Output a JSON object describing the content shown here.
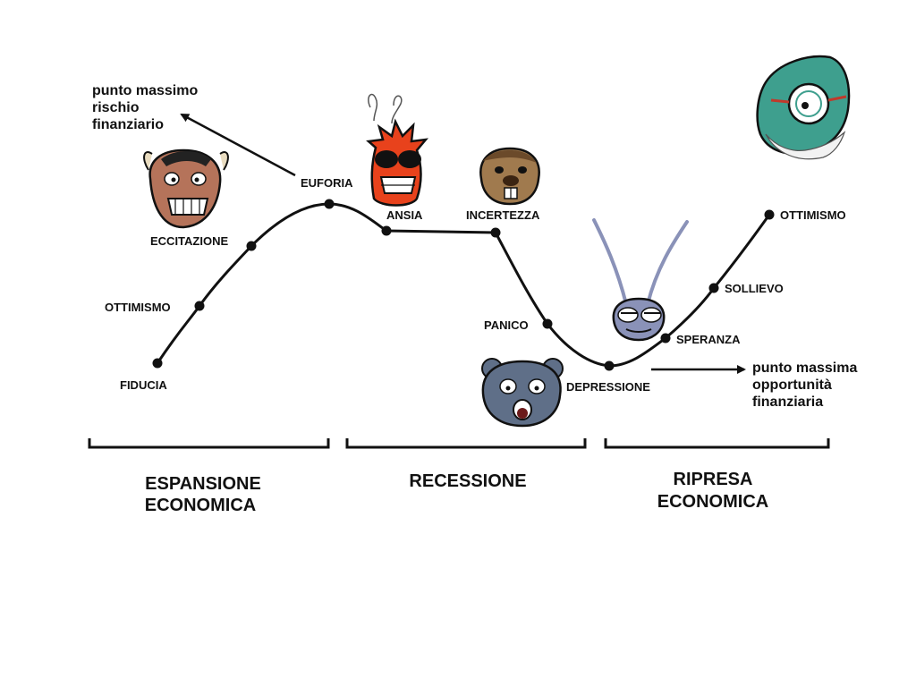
{
  "colors": {
    "ink": "#111111",
    "background": "#ffffff",
    "bull_skin": "#b5735a",
    "flame": "#e8421c",
    "beaver": "#a07a4e",
    "bear": "#5f6f88",
    "chameleon": "#3e9f8e",
    "insect": "#8a92b8"
  },
  "stages": [
    {
      "label": "FIDUCIA"
    },
    {
      "label": "OTTIMISMO"
    },
    {
      "label": "ECCITAZIONE"
    },
    {
      "label": "EUFORIA"
    },
    {
      "label": "ANSIA"
    },
    {
      "label": "INCERTEZZA"
    },
    {
      "label": "PANICO"
    },
    {
      "label": "DEPRESSIONE"
    },
    {
      "label": "SPERANZA"
    },
    {
      "label": "SOLLIEVO"
    },
    {
      "label": "OTTIMISMO"
    }
  ],
  "notes": {
    "risk": [
      "punto massimo",
      "rischio",
      "finanziario"
    ],
    "opportunity": [
      "punto massima",
      "opportunità",
      "finanziaria"
    ]
  },
  "phases": [
    {
      "lines": [
        "ESPANSIONE",
        "ECONOMICA"
      ]
    },
    {
      "lines": [
        "RECESSIONE"
      ]
    },
    {
      "lines": [
        "RIPRESA",
        "ECONOMICA"
      ]
    }
  ],
  "characters": [
    {
      "icon": "bull-icon",
      "stage": "ECCITAZIONE"
    },
    {
      "icon": "flame-head-icon",
      "stage": "ANSIA"
    },
    {
      "icon": "beaver-icon",
      "stage": "INCERTEZZA"
    },
    {
      "icon": "bear-icon",
      "stage": "DEPRESSIONE"
    },
    {
      "icon": "insect-icon",
      "stage": "SPERANZA"
    },
    {
      "icon": "chameleon-icon",
      "stage": "OTTIMISMO"
    }
  ]
}
